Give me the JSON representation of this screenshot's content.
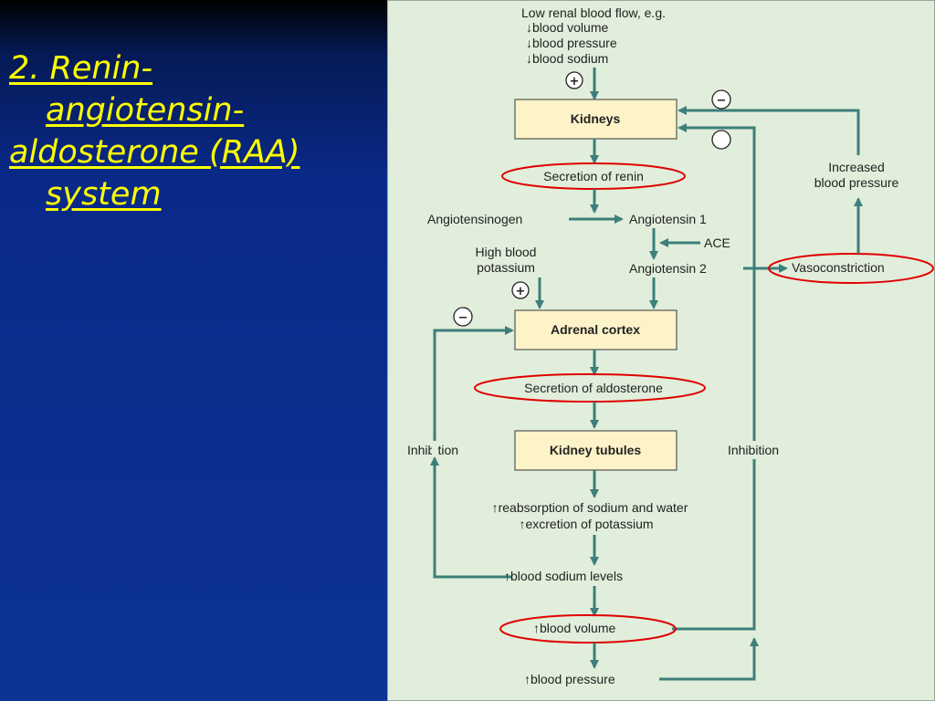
{
  "slide": {
    "title_lines": [
      "2. Renin-",
      "angiotensin-",
      "aldosterone (RAA)",
      "system"
    ]
  },
  "diagram": {
    "top_note": {
      "line1": "Low renal blood flow, e.g.",
      "line2": "↓blood volume",
      "line3": "↓blood pressure",
      "line4": "↓blood sodium"
    },
    "plus_sign": "+",
    "minus_sign": "−",
    "boxes": {
      "kidneys": "Kidneys",
      "adrenal_cortex": "Adrenal cortex",
      "kidney_tubules": "Kidney tubules"
    },
    "labels": {
      "secretion_renin": "Secretion of renin",
      "angiotensinogen": "Angiotensinogen",
      "angiotensin1": "Angiotensin 1",
      "ace": "ACE",
      "angiotensin2": "Angiotensin 2",
      "high_k_line1": "High blood",
      "high_k_line2": "potassium",
      "vasoconstriction": "Vasoconstriction",
      "increased_bp_line1": "Increased",
      "increased_bp_line2": "blood pressure",
      "secretion_aldosterone": "Secretion of aldosterone",
      "inhibition_left": "Inhibition",
      "inhibition_right": "Inhibition",
      "reabsorption": "↑reabsorption of sodium and water",
      "excretion": "↑excretion of potassium",
      "sodium_levels": "↑blood sodium levels",
      "blood_volume": "↑blood volume",
      "blood_pressure": "↑blood pressure"
    },
    "colors": {
      "background": "#e1eedb",
      "arrow": "#3d7f7a",
      "box_fill": "#fdf3c8",
      "highlight": "#e00000"
    }
  }
}
